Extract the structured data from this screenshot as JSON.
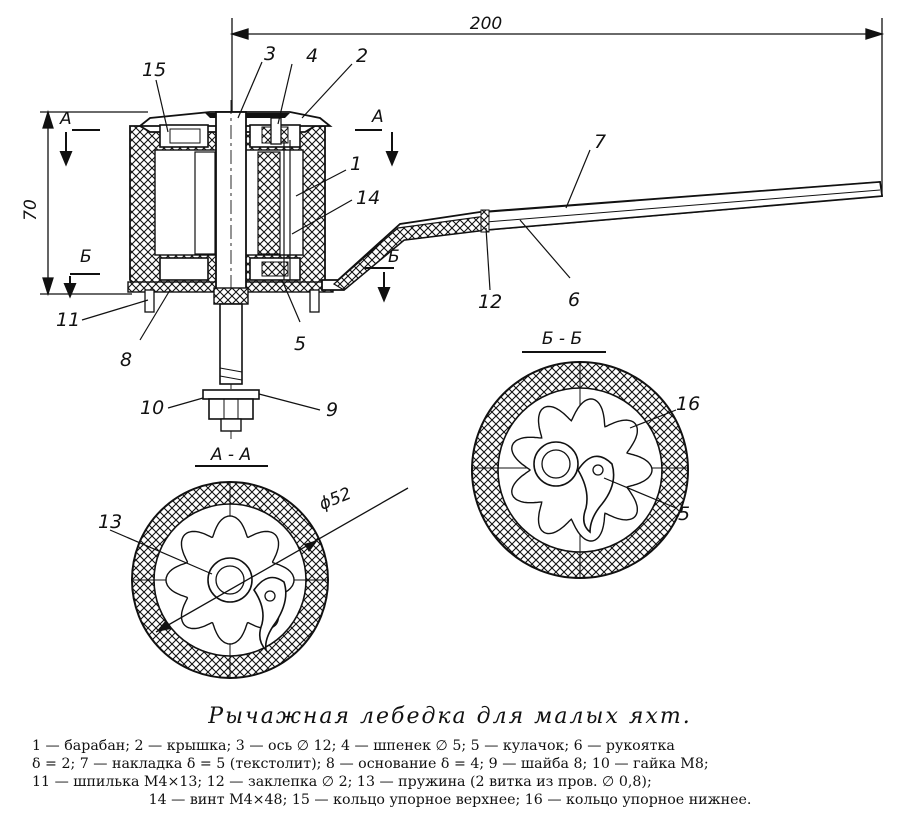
{
  "dimensions": {
    "overall_length": "200",
    "height": "70",
    "diameter": "ϕ52"
  },
  "section_marks": {
    "a": "А",
    "b": "Б",
    "section_aa": "А - А",
    "section_bb": "Б - Б"
  },
  "part_numbers": [
    "1",
    "2",
    "3",
    "4",
    "5",
    "6",
    "7",
    "8",
    "9",
    "10",
    "11",
    "12",
    "13",
    "14",
    "15",
    "16"
  ],
  "caption": {
    "title": "Рычажная лебедка для малых яхт.",
    "lines": [
      "1 — барабан;  2 — крышка;  3 — ось ∅ 12;  4 — шпенек ∅ 5;  5 — кулачок;  6 — рукоятка",
      "δ = 2; 7 — накладка δ = 5 (текстолит); 8 — основание δ = 4; 9 — шайба 8; 10 — гайка М8;",
      "11 — шпилька  М4×13;  12 — заклепка ∅ 2;  13 — пружина  (2 витка  из  пров.  ∅ 0,8);",
      "14 — винт  М4×48;  15 — кольцо упорное верхнее;  16 — кольцо упорное нижнее."
    ]
  },
  "colors": {
    "ink": "#111111",
    "paper": "#ffffff"
  }
}
